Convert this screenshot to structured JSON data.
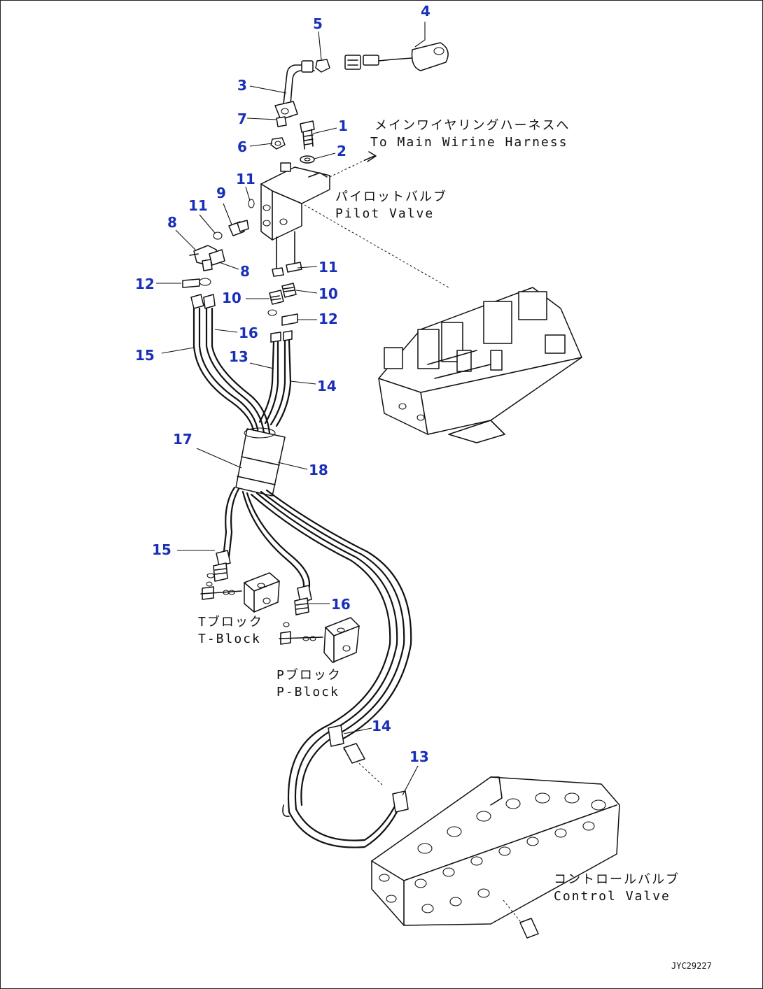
{
  "callouts": [
    {
      "id": "4",
      "label": "4"
    },
    {
      "id": "5",
      "label": "5"
    },
    {
      "id": "3",
      "label": "3"
    },
    {
      "id": "7",
      "label": "7"
    },
    {
      "id": "1",
      "label": "1"
    },
    {
      "id": "6",
      "label": "6"
    },
    {
      "id": "2",
      "label": "2"
    },
    {
      "id": "11a",
      "label": "11"
    },
    {
      "id": "9",
      "label": "9"
    },
    {
      "id": "11b",
      "label": "11"
    },
    {
      "id": "8a",
      "label": "8"
    },
    {
      "id": "8b",
      "label": "8"
    },
    {
      "id": "11c",
      "label": "11"
    },
    {
      "id": "12a",
      "label": "12"
    },
    {
      "id": "10a",
      "label": "10"
    },
    {
      "id": "10b",
      "label": "10"
    },
    {
      "id": "12b",
      "label": "12"
    },
    {
      "id": "16a",
      "label": "16"
    },
    {
      "id": "15a",
      "label": "15"
    },
    {
      "id": "13a",
      "label": "13"
    },
    {
      "id": "14a",
      "label": "14"
    },
    {
      "id": "17",
      "label": "17"
    },
    {
      "id": "18",
      "label": "18"
    },
    {
      "id": "15b",
      "label": "15"
    },
    {
      "id": "16b",
      "label": "16"
    },
    {
      "id": "14b",
      "label": "14"
    },
    {
      "id": "13b",
      "label": "13"
    }
  ],
  "annotations": {
    "main_harness_jp": "メインワイヤリングハーネスへ",
    "main_harness_en": "To Main Wirine Harness",
    "pilot_valve_jp": "パイロットバルブ",
    "pilot_valve_en": "Pilot Valve",
    "t_block_jp": "Tブロック",
    "t_block_en": "T-Block",
    "p_block_jp": "Pブロック",
    "p_block_en": "P-Block",
    "control_valve_jp": "コントロールバルブ",
    "control_valve_en": "Control Valve"
  },
  "drawing_code": "JYC29227",
  "colors": {
    "callout": "#1a2fb8",
    "line": "#111111",
    "background": "#ffffff"
  }
}
